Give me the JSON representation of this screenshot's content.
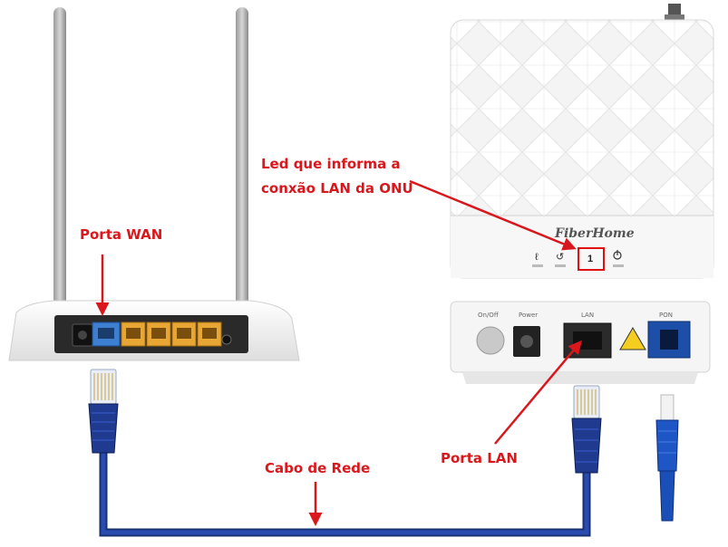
{
  "labels": {
    "wan_port": "Porta WAN",
    "led_line1": "Led que informa a",
    "led_line2": "conxão LAN da ONU",
    "lan_port": "Porta LAN",
    "cable": "Cabo de Rede"
  },
  "onu": {
    "brand": "FiberHome",
    "led_number": "1",
    "rear_ports": [
      "On/Off",
      "Power",
      "LAN",
      "PON"
    ]
  },
  "colors": {
    "annotation": "#d9171c",
    "cable": "#1f3a8f",
    "router_body": "#f2f2f2",
    "wan_port": "#3d7fd1",
    "lan_ports": "#e8a634",
    "pon_port": "#1d4ea8"
  },
  "icons": [
    "router",
    "antenna",
    "onu-device",
    "rj45-connector",
    "fiber-sc-connector",
    "power-icon",
    "arrow"
  ]
}
